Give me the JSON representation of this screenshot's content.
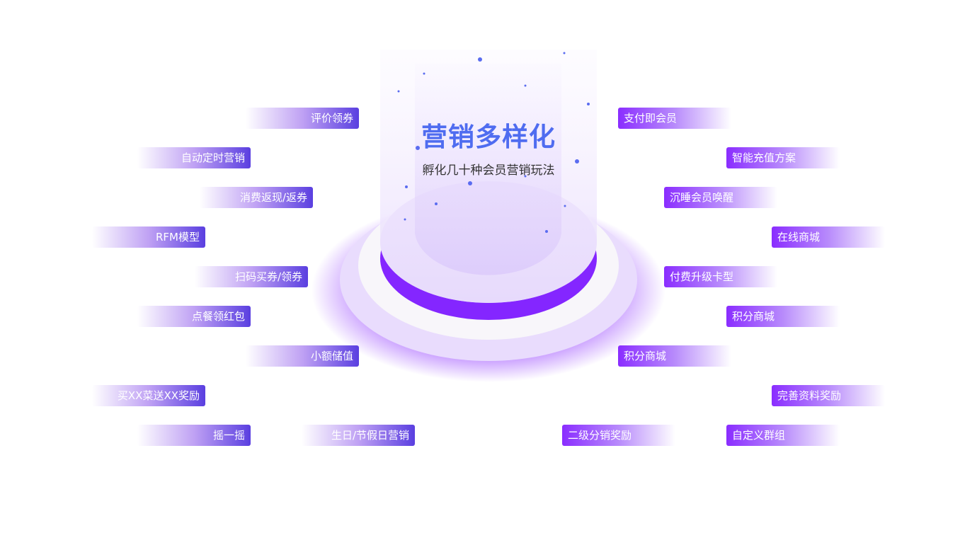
{
  "center": {
    "title": "营销多样化",
    "subtitle": "孵化几十种会员营销玩法"
  },
  "left_tags": [
    "评价领券",
    "自动定时营销",
    "消费返现/返券",
    "RFM模型",
    "扫码买券/领券",
    "点餐领红包",
    "小额储值",
    "买XX菜送XX奖励",
    "摇一摇",
    "生日/节假日营销"
  ],
  "right_tags": [
    "支付即会员",
    "智能充值方案",
    "沉睡会员唤醒",
    "在线商城",
    "付费升级卡型",
    "积分商城",
    "积分商城",
    "完善资料奖励",
    "二级分销奖励",
    "自定义群组"
  ],
  "colors": {
    "accent": "#8a2dff",
    "left_tag": "#5a3fe0",
    "title": "#4f6cf0"
  }
}
